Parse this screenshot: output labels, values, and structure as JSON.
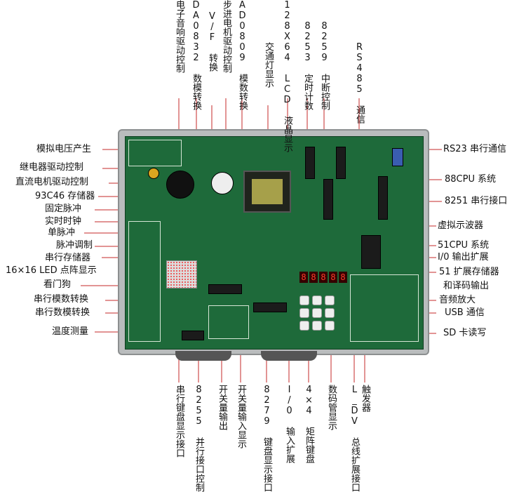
{
  "left_labels": [
    "模拟电压产生",
    "继电器驱动控制",
    "直流电机驱动控制",
    "93C46 存储器",
    "固定脉冲",
    "实时时钟",
    "单脉冲",
    "脉冲调制",
    "串行存储器",
    "16×16 LED 点阵显示",
    "看门狗",
    "串行模数转换",
    "串行数模转换",
    "温度测量"
  ],
  "top_labels": [
    "电子音响驱动控制",
    "DA0832 数模转换",
    "V/F 转换",
    "步进电机驱动控制",
    "AD0809 模数转换",
    "交通灯显示",
    "128X64 LCD 液晶显示",
    "8253 定时计数",
    "8259 中断控制",
    "RS485 通信"
  ],
  "right_labels": [
    "RS23 串行通信",
    "88CPU 系统",
    "8251 串行接口",
    "虚拟示波器",
    "51CPU 系统",
    "I/0 输出扩展",
    "51 扩展存储器",
    "和译码输出",
    "音频放大",
    "USB 通信",
    "SD 卡读写"
  ],
  "bottom_labels": [
    "串行键盘显示接口",
    "8255 并行接口控制",
    "开关量输出",
    "开关量输入显示",
    "8279 键盘显示接口",
    "I/0 输入扩展",
    "4×4 矩阵键盘",
    "数码管显示",
    "L_DV 总线扩展接口",
    "触发器"
  ],
  "colors": {
    "pcb": "#1e6a3a",
    "frame": "#b9bcbd",
    "leader": "#d02020"
  }
}
